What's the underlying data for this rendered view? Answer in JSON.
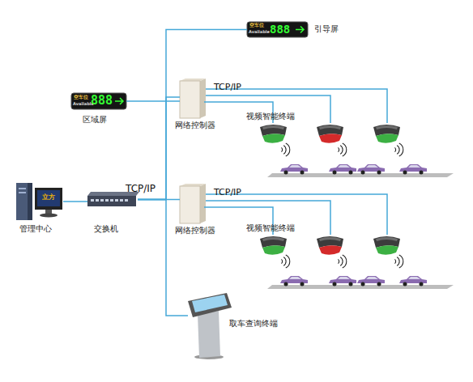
{
  "diagram": {
    "nodes": [
      {
        "text": [
          "引导屏"
        ]
      },
      {
        "text": [
          "区域屏"
        ]
      },
      {
        "text": [
          "网络控制器"
        ]
      },
      {
        "text": [
          "视频智能终端"
        ]
      },
      {
        "text": [
          "管理中心"
        ]
      },
      {
        "text": [
          "交换机"
        ]
      },
      {
        "text": [
          "网络控制器"
        ]
      },
      {
        "text": [
          "视频智能终端"
        ]
      },
      {
        "text": [
          "取车查询终端"
        ]
      }
    ],
    "edges": [
      {
        "from": 4,
        "to": 5,
        "arrow": "none"
      },
      {
        "from": 5,
        "to": 0,
        "arrow": "none"
      },
      {
        "from": 5,
        "to": 2,
        "arrow": "none"
      },
      {
        "from": 5,
        "to": 6,
        "label": "TCP/IP",
        "arrow": "none"
      },
      {
        "from": 5,
        "to": 8,
        "arrow": "none"
      },
      {
        "from": 1,
        "to": 2,
        "arrow": "none"
      },
      {
        "from": 2,
        "to": 3,
        "label": "TCP/IP",
        "arrow": "none"
      },
      {
        "from": 6,
        "to": 7,
        "label": "TCP/IP",
        "arrow": "none"
      }
    ],
    "labels": [
      "空车位",
      "Available",
      "888",
      "空车位",
      "Available",
      "888",
      "立方"
    ]
  }
}
